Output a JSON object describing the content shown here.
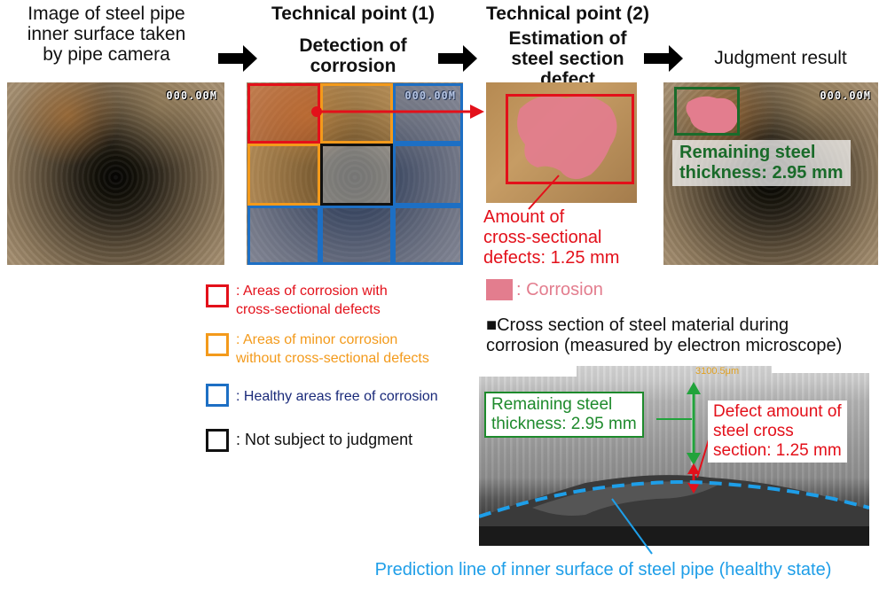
{
  "steps": {
    "step1_caption": [
      "Image of steel pipe",
      "inner surface taken",
      "by pipe camera"
    ],
    "step2_heading": "Technical point (1)",
    "step2_caption": [
      "Detection of",
      "corrosion"
    ],
    "step3_heading": "Technical point (2)",
    "step3_caption": [
      "Estimation of",
      "steel section",
      "defect"
    ],
    "step4_caption": "Judgment result"
  },
  "osd_depth": "000.00M",
  "judgment": {
    "label": [
      "Remaining steel",
      "thickness: 2.95 mm"
    ]
  },
  "defect_amount_label": [
    "Amount of",
    "cross-sectional",
    "defects: 1.25 mm"
  ],
  "corrosion_key": ": Corrosion",
  "legend": [
    {
      "color": "#e3101a",
      "text_color": "#e3101a",
      "lines": [
        ": Areas of corrosion with",
        "cross-sectional defects"
      ]
    },
    {
      "color": "#f39a1b",
      "text_color": "#f39a1b",
      "lines": [
        ": Areas of minor corrosion",
        "without cross-sectional defects"
      ]
    },
    {
      "color": "#1d6fc4",
      "text_color": "#1a2a7a",
      "lines": [
        ": Healthy areas free of corrosion"
      ]
    },
    {
      "color": "#111111",
      "text_color": "#111111",
      "lines": [
        ": Not subject to judgment"
      ]
    }
  ],
  "cross_section": {
    "title": [
      "■Cross section of steel material during",
      "corrosion (measured by electron microscope)"
    ],
    "remaining_label": [
      "Remaining steel",
      "thickness: 2.95 mm"
    ],
    "defect_label": [
      "Defect amount of",
      "steel cross",
      "section: 1.25 mm"
    ],
    "scale_text": "3100.5μm",
    "prediction_line_label": "Prediction line of inner surface of steel pipe (healthy state)"
  },
  "colors": {
    "red": "#e3101a",
    "orange": "#f39a1b",
    "blue": "#1d6fc4",
    "green": "#1e8a2c",
    "dark_green": "#1a6b2a",
    "corrosion_pink": "#e37d8e",
    "prediction_blue": "#1e9ee8"
  }
}
